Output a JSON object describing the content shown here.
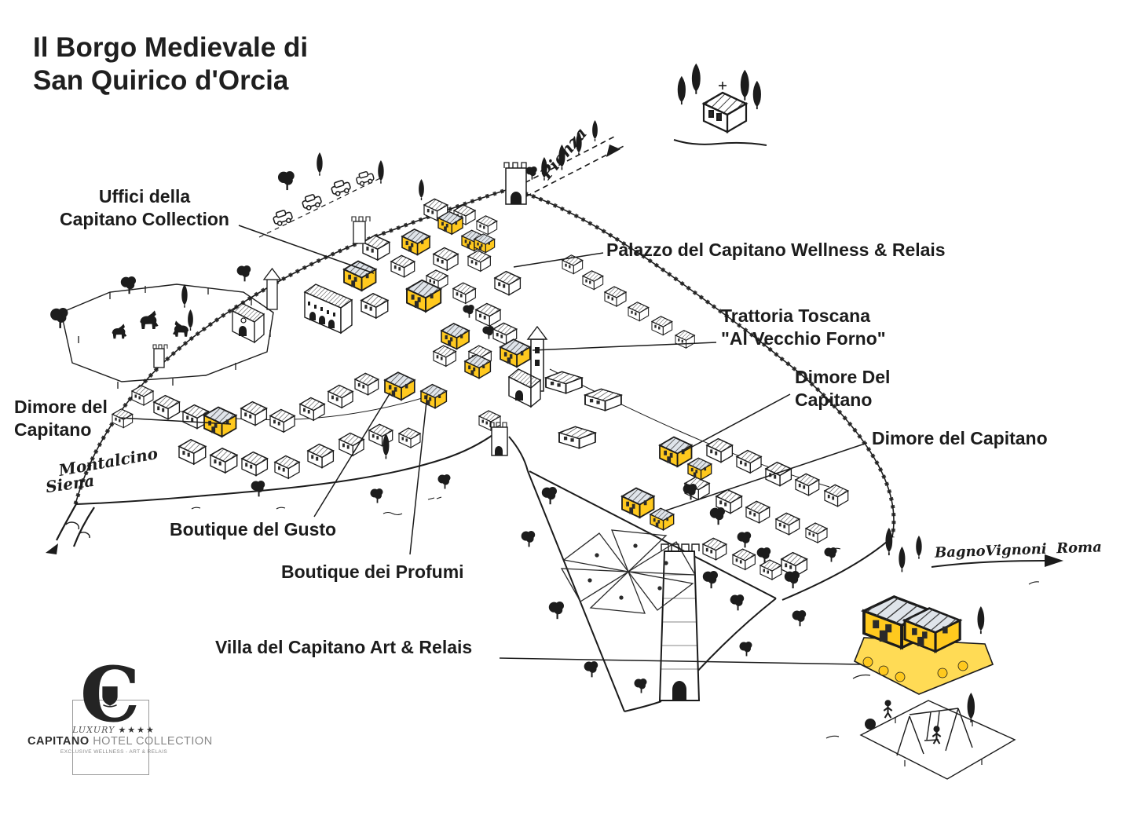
{
  "title": "Il Borgo Medievale di\nSan Quirico d'Orcia",
  "map_labels": {
    "uffici": "Uffici della\nCapitano Collection",
    "palazzo": "Palazzo del Capitano Wellness & Relais",
    "trattoria": "Trattoria Toscana\n\"Al Vecchio Forno\"",
    "dimore_right_upper": "Dimore Del\nCapitano",
    "dimore_right_lower": "Dimore del Capitano",
    "dimore_left": "Dimore del\nCapitano",
    "boutique_gusto": "Boutique del Gusto",
    "boutique_profumi": "Boutique dei Profumi",
    "villa": "Villa del Capitano Art & Relais"
  },
  "road_labels": {
    "pienza": "Pienza",
    "montalcino": "Montalcino",
    "siena": "Siena",
    "bagno_vignoni": "BagnoVignoni  Roma"
  },
  "logo": {
    "monogram": "C",
    "luxury": "LUXURY",
    "stars": "★★★★",
    "brand_bold": "CAPITANO",
    "brand_rest": "HOTEL COLLECTION",
    "tagline": "EXCLUSIVE WELLNESS - ART & RELAIS"
  },
  "colors": {
    "highlight_yellow": "#FFC91E",
    "garden_yellow": "#FFDB55",
    "ink": "#1b1b1b"
  }
}
